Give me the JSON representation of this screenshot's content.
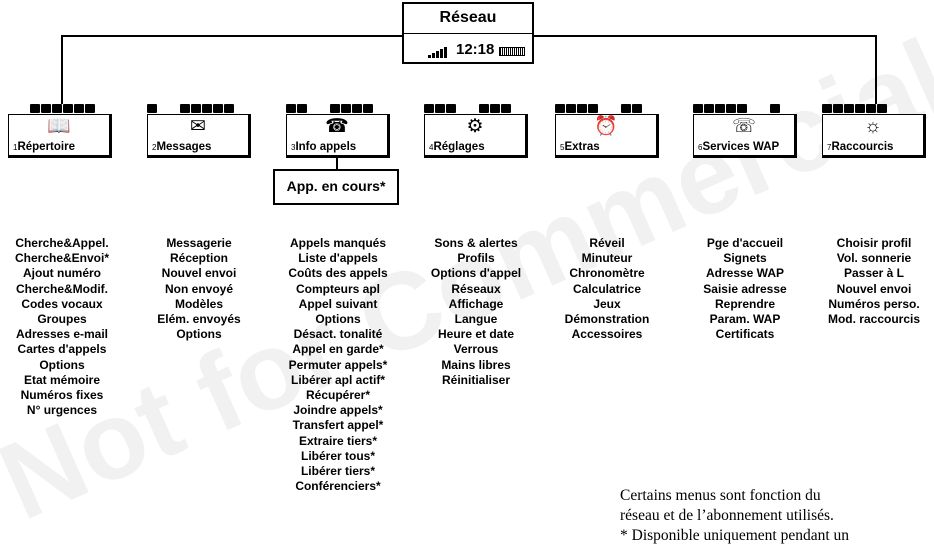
{
  "root": {
    "title": "Réseau",
    "time": "12:18",
    "signal_icon": "signal-bars-icon",
    "battery_icon": "battery-icon"
  },
  "submenu_label": "App. en cours*",
  "menus": [
    {
      "num": "1",
      "label": "Répertoire",
      "icon": "phonebook-icon"
    },
    {
      "num": "2",
      "label": "Messages",
      "icon": "envelope-icon"
    },
    {
      "num": "3",
      "label": "Info appels",
      "icon": "call-info-icon"
    },
    {
      "num": "4",
      "label": "Réglages",
      "icon": "settings-icon"
    },
    {
      "num": "5",
      "label": "Extras",
      "icon": "extras-icon"
    },
    {
      "num": "6",
      "label": "Services WAP",
      "icon": "wap-icon"
    },
    {
      "num": "7",
      "label": "Raccourcis",
      "icon": "shortcuts-icon"
    }
  ],
  "lists": [
    [
      "Cherche&Appel.",
      "Cherche&Envoi*",
      "Ajout numéro",
      "Cherche&Modif.",
      "Codes vocaux",
      "Groupes",
      "Adresses e-mail",
      "Cartes d'appels",
      "Options",
      "Etat mémoire",
      "Numéros fixes",
      "N° urgences"
    ],
    [
      "Messagerie",
      "Réception",
      "Nouvel envoi",
      "Non envoyé",
      "Modèles",
      "Elém. envoyés",
      "Options"
    ],
    [
      "Appels manqués",
      "Liste d'appels",
      "Coûts des appels",
      "Compteurs apl",
      "Appel suivant",
      "Options",
      "Désact. tonalité",
      "Appel en garde*",
      "Permuter appels*",
      "Libérer apl actif*",
      "Récupérer*",
      "Joindre appels*",
      "Transfert appel*",
      "Extraire tiers*",
      "Libérer tous*",
      "Libérer tiers*",
      "Conférenciers*"
    ],
    [
      "Sons & alertes",
      "Profils",
      "Options d'appel",
      "Réseaux",
      "Affichage",
      "Langue",
      "Heure et date",
      "Verrous",
      "Mains libres",
      "Réinitialiser"
    ],
    [
      "Réveil",
      "Minuteur",
      "Chronomètre",
      "Calculatrice",
      "Jeux",
      "Démonstration",
      "Accessoires"
    ],
    [
      "Pge d'accueil",
      "Signets",
      "Adresse WAP",
      "Saisie adresse",
      "Reprendre",
      "Param. WAP",
      "Certificats"
    ],
    [
      "Choisir profil",
      "Vol. sonnerie",
      "Passer à L",
      "Nouvel envoi",
      "Numéros perso.",
      "Mod. raccourcis"
    ]
  ],
  "note": [
    "Certains menus sont fonction du",
    "réseau et de l’abonnement utilisés.",
    "* Disponible uniquement pendant un"
  ],
  "watermark": "Not for Commercial Use"
}
